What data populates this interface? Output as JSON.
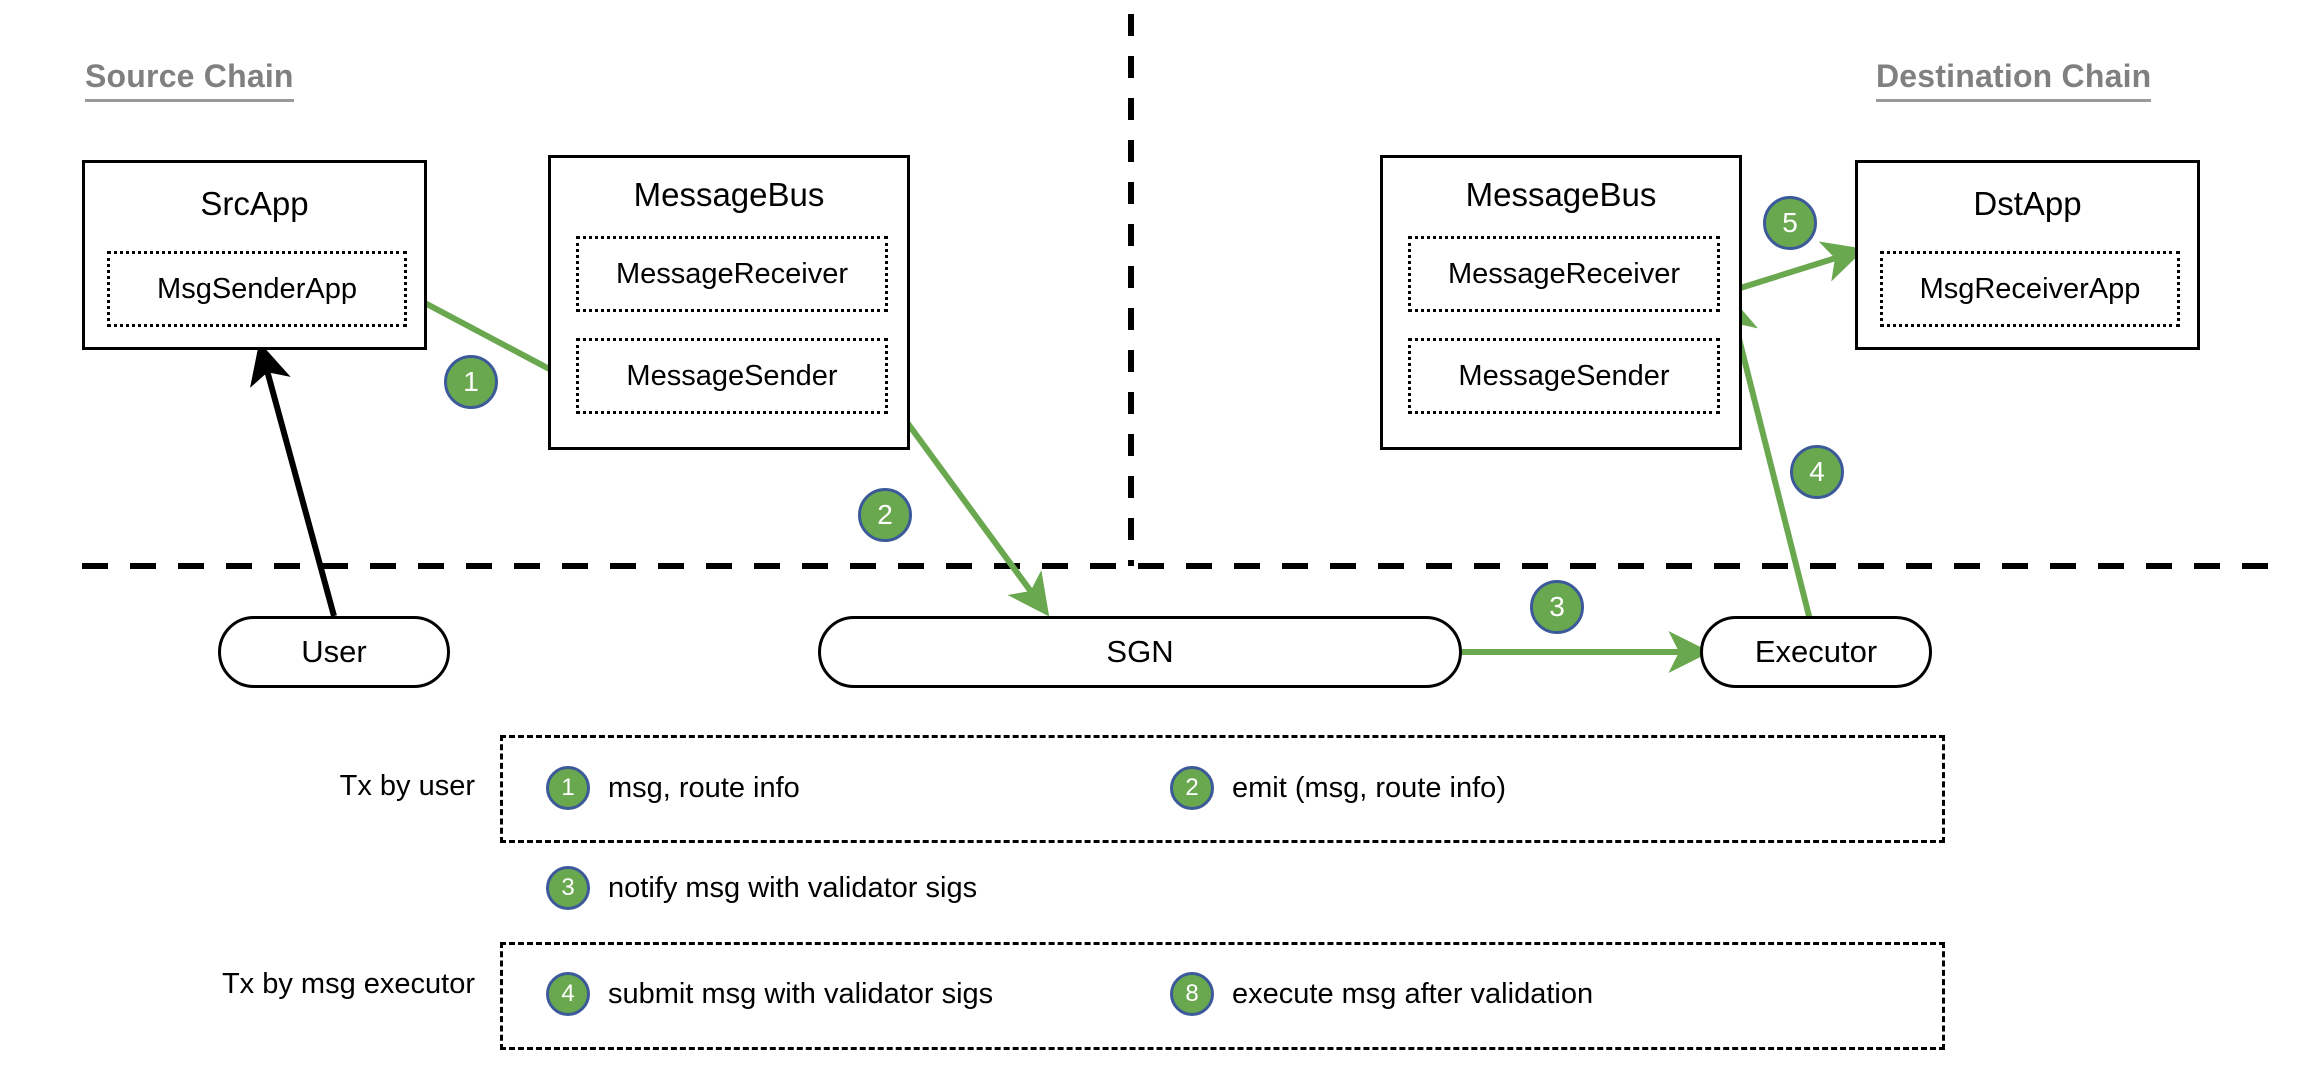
{
  "colors": {
    "badge_fill": "#6aa84f",
    "badge_border": "#3c5a9a",
    "badge_text": "#ffffff",
    "chain_title": "#808080",
    "green_arrow": "#6aa84f",
    "black_arrow": "#000000",
    "box_border": "#000000",
    "background": "#ffffff"
  },
  "chains": {
    "source": {
      "title": "Source Chain"
    },
    "destination": {
      "title": "Destination Chain"
    }
  },
  "nodes": {
    "src_app": {
      "title": "SrcApp",
      "sub": [
        {
          "label": "MsgSenderApp"
        }
      ]
    },
    "src_message_bus": {
      "title": "MessageBus",
      "sub": [
        {
          "label": "MessageReceiver"
        },
        {
          "label": "MessageSender"
        }
      ]
    },
    "dst_message_bus": {
      "title": "MessageBus",
      "sub": [
        {
          "label": "MessageReceiver"
        },
        {
          "label": "MessageSender"
        }
      ]
    },
    "dst_app": {
      "title": "DstApp",
      "sub": [
        {
          "label": "MsgReceiverApp"
        }
      ]
    },
    "user": {
      "label": "User"
    },
    "sgn": {
      "label": "SGN"
    },
    "executor": {
      "label": "Executor"
    }
  },
  "flow_badges": [
    {
      "id": "flow-1",
      "number": "1"
    },
    {
      "id": "flow-2",
      "number": "2"
    },
    {
      "id": "flow-3",
      "number": "3"
    },
    {
      "id": "flow-4",
      "number": "4"
    },
    {
      "id": "flow-5",
      "number": "5"
    }
  ],
  "legend": {
    "rows": [
      {
        "label": "Tx by user",
        "items": [
          {
            "number": "1",
            "text": "msg, route info"
          },
          {
            "number": "2",
            "text": "emit (msg, route info)"
          }
        ]
      },
      {
        "label": "",
        "items": [
          {
            "number": "3",
            "text": "notify msg with validator sigs"
          }
        ]
      },
      {
        "label": "Tx by msg executor",
        "items": [
          {
            "number": "4",
            "text": "submit msg with validator sigs"
          },
          {
            "number": "8",
            "text": "execute msg after validation"
          }
        ]
      }
    ]
  }
}
